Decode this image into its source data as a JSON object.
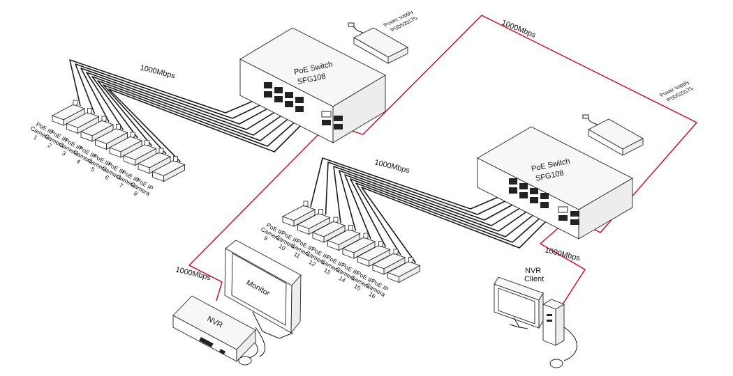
{
  "colors": {
    "uplink": "#d6001c",
    "poe_cable": "#1a1a1a",
    "outline": "#222222"
  },
  "links": {
    "uplink_top": "1000Mbps",
    "cameras_left": "1000Mbps",
    "cameras_right": "1000Mbps",
    "nvr": "1000Mbps",
    "client": "1000Mbps"
  },
  "switch_1": {
    "name": "PoE Switch",
    "model": "SFG108",
    "power_supply": {
      "name": "Power supply",
      "model": "PSD520175"
    }
  },
  "switch_2": {
    "name": "PoE Switch",
    "model": "SFG108",
    "power_supply": {
      "name": "Power supply",
      "model": "PSD520175"
    }
  },
  "nvr": {
    "label": "NVR"
  },
  "monitor": {
    "label": "Monitor"
  },
  "nvr_client": {
    "line1": "NVR",
    "line2": "Client"
  },
  "cameras": [
    {
      "l1": "PoE IP",
      "l2": "Camera",
      "n": "1"
    },
    {
      "l1": "PoE IP",
      "l2": "Camera",
      "n": "2"
    },
    {
      "l1": "PoE IP",
      "l2": "Camera",
      "n": "3"
    },
    {
      "l1": "PoE IP",
      "l2": "Camera",
      "n": "4"
    },
    {
      "l1": "PoE IP",
      "l2": "Camera",
      "n": "5"
    },
    {
      "l1": "PoE IP",
      "l2": "Camera",
      "n": "6"
    },
    {
      "l1": "PoE IP",
      "l2": "Camera",
      "n": "7"
    },
    {
      "l1": "PoE IP",
      "l2": "Camera",
      "n": "8"
    },
    {
      "l1": "PoE IP",
      "l2": "Camera",
      "n": "9"
    },
    {
      "l1": "PoE IP",
      "l2": "Camera",
      "n": "10"
    },
    {
      "l1": "PoE IP",
      "l2": "Camera",
      "n": "11"
    },
    {
      "l1": "PoE IP",
      "l2": "Camera",
      "n": "12"
    },
    {
      "l1": "PoE IP",
      "l2": "Camera",
      "n": "13"
    },
    {
      "l1": "PoE IP",
      "l2": "Camera",
      "n": "14"
    },
    {
      "l1": "PoE IP",
      "l2": "Camera",
      "n": "15"
    },
    {
      "l1": "PoE IP",
      "l2": "Camera",
      "n": "16"
    }
  ]
}
